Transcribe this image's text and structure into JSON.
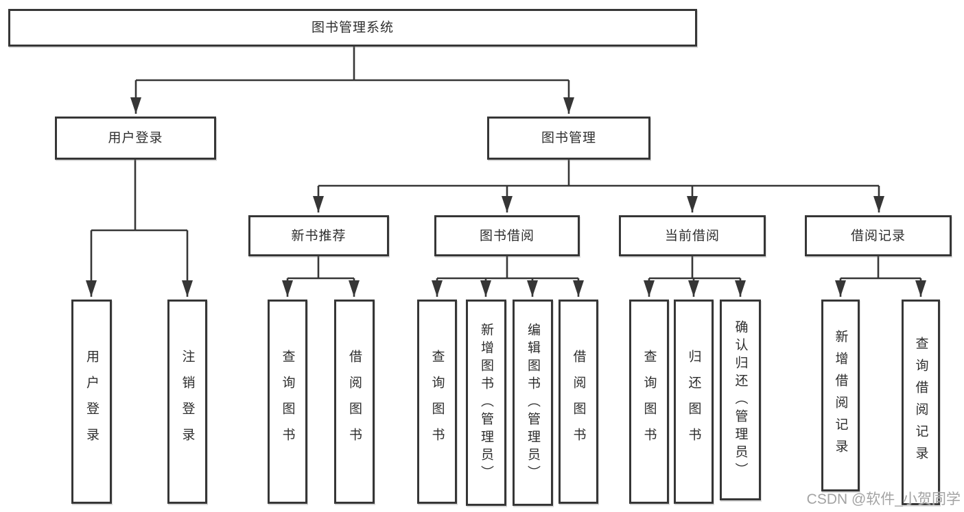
{
  "nodes": {
    "root": "图书管理系统",
    "user_login": "用户登录",
    "book_management": "图书管理",
    "new_book_recommend": "新书推荐",
    "book_borrow": "图书借阅",
    "current_borrow": "当前借阅",
    "borrow_records": "借阅记录"
  },
  "leaves": {
    "user_login": "用户登录",
    "logout": "注销登录",
    "recommend_query_books": "查询图书",
    "recommend_borrow_books": "借阅图书",
    "borrow_query_books": "查询图书",
    "borrow_add_books": "新增图书（管理员）",
    "borrow_edit_books": "编辑图书（管理员）",
    "borrow_borrow_books": "借阅图书",
    "current_query_books": "查询图书",
    "current_return_books": "归还图书",
    "current_confirm_return": "确认归还（管理员）",
    "records_add_record": "新增借阅记录",
    "records_query_record": "查询借阅记录"
  },
  "watermark": "CSDN @软件_小贺同学",
  "colors": {
    "line": "#363636",
    "text": "#2d2d2d",
    "watermark": "#a3a3a3",
    "background": "#ffffff"
  }
}
